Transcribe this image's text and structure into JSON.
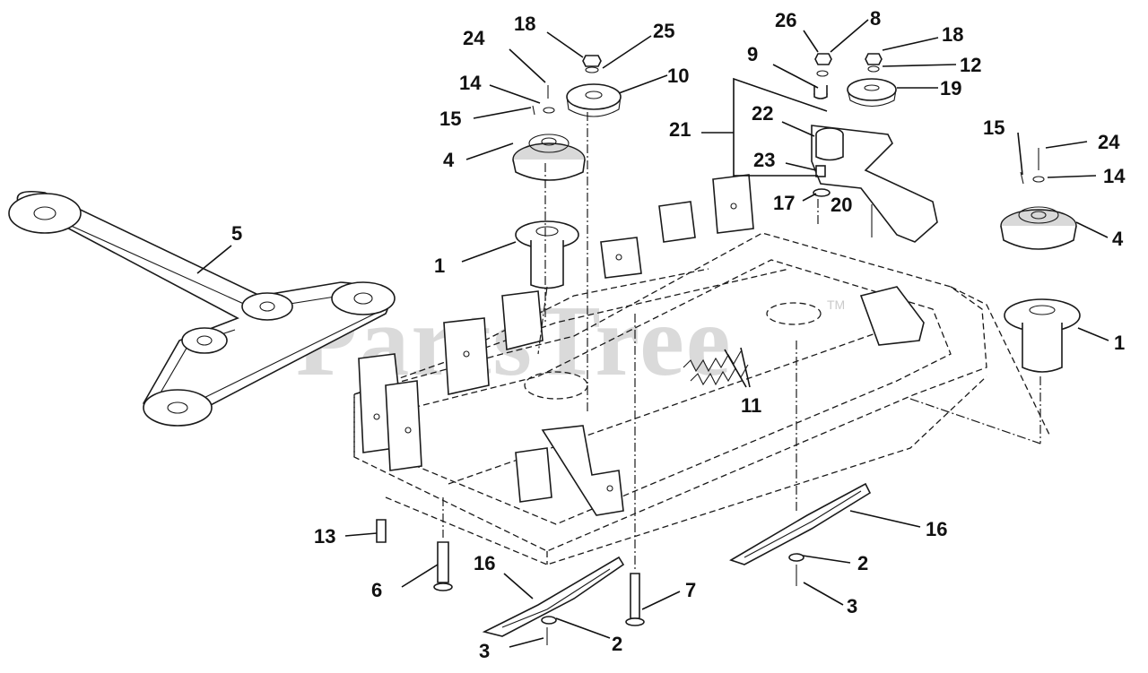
{
  "watermark": {
    "text": "PartsTree",
    "trademark": "TM"
  },
  "callouts": {
    "c18a": "18",
    "c25": "25",
    "c24a": "24",
    "c10": "10",
    "c14a": "14",
    "c15a": "15",
    "c4a": "4",
    "c26": "26",
    "c8": "8",
    "c18b": "18",
    "c9": "9",
    "c12": "12",
    "c19": "19",
    "c21": "21",
    "c22": "22",
    "c23": "23",
    "c17": "17",
    "c20": "20",
    "c15b": "15",
    "c24b": "24",
    "c14b": "14",
    "c4b": "4",
    "c5": "5",
    "c1a": "1",
    "c1b": "1",
    "c11": "11",
    "c16a": "16",
    "c16b": "16",
    "c13": "13",
    "c2a": "2",
    "c3a": "3",
    "c6": "6",
    "c7": "7",
    "c2b": "2",
    "c3b": "3"
  }
}
